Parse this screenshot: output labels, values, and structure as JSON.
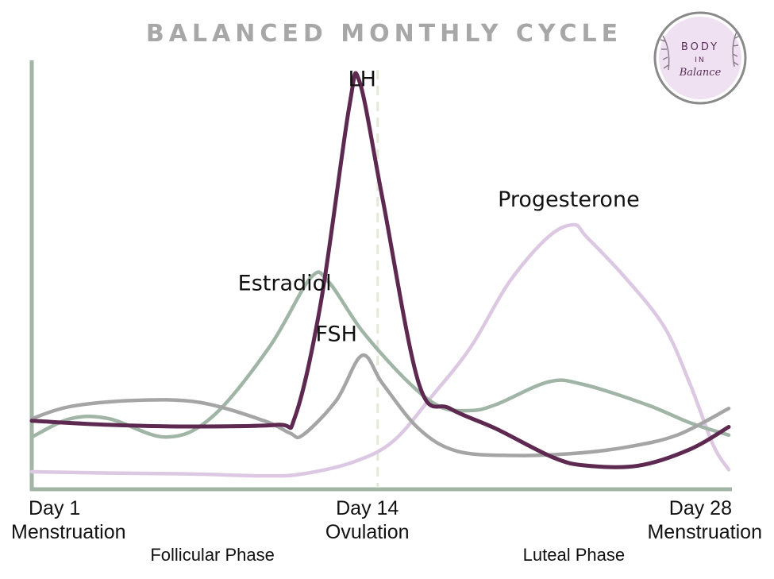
{
  "chart_data": {
    "type": "line",
    "title": "BALANCED MONTHLY CYCLE",
    "xlabel": "",
    "ylabel": "",
    "xlim": [
      1,
      28
    ],
    "ylim": [
      0,
      100
    ],
    "grid": false,
    "x_ticks": [
      {
        "x": 1,
        "label": "Day 1",
        "sublabel": "Menstruation"
      },
      {
        "x": 14,
        "label": "Day 14",
        "sublabel": "Ovulation"
      },
      {
        "x": 28,
        "label": "Day 28",
        "sublabel": "Menstruation"
      }
    ],
    "phases": [
      {
        "label": "Follicular Phase",
        "x": 8
      },
      {
        "label": "Luteal Phase",
        "x": 22
      }
    ],
    "ovulation_line_x": 14.4,
    "series": [
      {
        "name": "LH",
        "color": "#5e2950",
        "label_at": [
          13.8,
          98
        ],
        "points": [
          [
            1,
            16
          ],
          [
            4,
            15
          ],
          [
            7,
            14.6
          ],
          [
            10.5,
            15
          ],
          [
            11.2,
            17
          ],
          [
            12.2,
            45
          ],
          [
            13.3,
            93
          ],
          [
            13.7,
            99
          ],
          [
            14.6,
            70
          ],
          [
            16,
            25
          ],
          [
            17.2,
            19
          ],
          [
            19,
            14
          ],
          [
            21.2,
            7
          ],
          [
            22.5,
            5
          ],
          [
            24.5,
            5
          ],
          [
            26.5,
            9
          ],
          [
            28,
            14.5
          ]
        ]
      },
      {
        "name": "Estradiol",
        "color": "#a0b5a5",
        "label_at": [
          10.8,
          48
        ],
        "points": [
          [
            1,
            12
          ],
          [
            2.5,
            16.5
          ],
          [
            4,
            16.5
          ],
          [
            6.2,
            12
          ],
          [
            8,
            17
          ],
          [
            10.2,
            34
          ],
          [
            11.8,
            51
          ],
          [
            12.5,
            50
          ],
          [
            13.8,
            38
          ],
          [
            15.5,
            26
          ],
          [
            16.8,
            19.5
          ],
          [
            18,
            18.5
          ],
          [
            19,
            20
          ],
          [
            21,
            25.5
          ],
          [
            22.3,
            25
          ],
          [
            24.8,
            20
          ],
          [
            26.5,
            15.5
          ],
          [
            28,
            12.5
          ]
        ]
      },
      {
        "name": "FSH",
        "color": "#a6a5a6",
        "label_at": [
          12.8,
          35.5
        ],
        "points": [
          [
            1,
            16.5
          ],
          [
            2.5,
            19.5
          ],
          [
            5,
            21
          ],
          [
            7.5,
            20.5
          ],
          [
            10,
            16
          ],
          [
            11,
            13
          ],
          [
            11.5,
            12.5
          ],
          [
            12.8,
            21
          ],
          [
            13.8,
            32
          ],
          [
            14.6,
            25
          ],
          [
            16,
            14
          ],
          [
            17.5,
            8.5
          ],
          [
            19.8,
            7.5
          ],
          [
            22,
            8
          ],
          [
            24,
            9.5
          ],
          [
            26,
            12.5
          ],
          [
            28,
            19
          ]
        ]
      },
      {
        "name": "Progesterone",
        "color": "#dcc8e2",
        "label_at": [
          21.8,
          68.5
        ],
        "points": [
          [
            1,
            3.5
          ],
          [
            4,
            3.2
          ],
          [
            7,
            3
          ],
          [
            10,
            2.5
          ],
          [
            11.5,
            3
          ],
          [
            13.5,
            6
          ],
          [
            15,
            11
          ],
          [
            16.5,
            22
          ],
          [
            18,
            34
          ],
          [
            19.5,
            50
          ],
          [
            21,
            61
          ],
          [
            22,
            64
          ],
          [
            22.5,
            61
          ],
          [
            24,
            51
          ],
          [
            25.5,
            39
          ],
          [
            26.5,
            25
          ],
          [
            27.4,
            10
          ],
          [
            28,
            4
          ]
        ]
      }
    ]
  },
  "logo": {
    "line1": "BODY",
    "line2": "IN",
    "line3": "Balance"
  }
}
